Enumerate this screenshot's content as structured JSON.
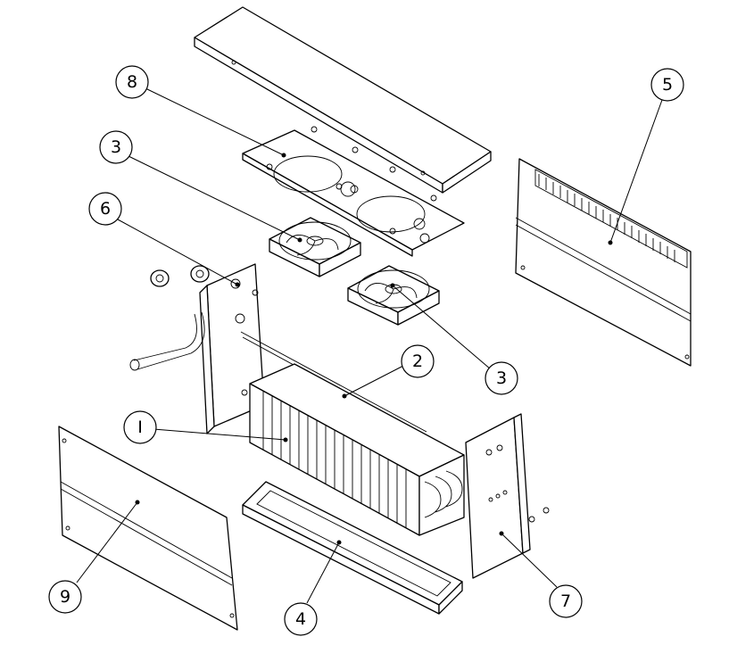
{
  "callouts": [
    {
      "id": "c8",
      "label": "8"
    },
    {
      "id": "c3a",
      "label": "3"
    },
    {
      "id": "c6",
      "label": "6"
    },
    {
      "id": "c5",
      "label": "5"
    },
    {
      "id": "c2",
      "label": "2"
    },
    {
      "id": "c3b",
      "label": "3"
    },
    {
      "id": "c1",
      "label": "I"
    },
    {
      "id": "c9",
      "label": "9"
    },
    {
      "id": "c4",
      "label": "4"
    },
    {
      "id": "c7",
      "label": "7"
    }
  ],
  "colors": {
    "line": "#000000",
    "background": "#ffffff"
  }
}
